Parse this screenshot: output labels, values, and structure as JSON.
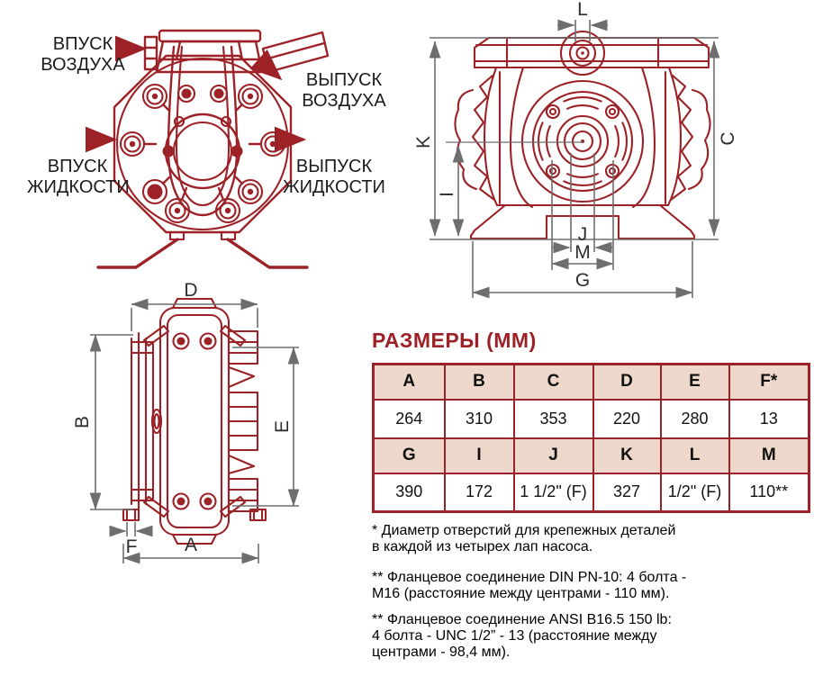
{
  "colors": {
    "drawing_red": "#9c2227",
    "dimension_gray": "#6e6e6e",
    "table_border_red": "#9c2227",
    "table_header_bg": "#eed7cb",
    "text_black": "#1b1b1b"
  },
  "front_view_labels": {
    "air_inlet_line1": "ВПУСК",
    "air_inlet_line2": "ВОЗДУХА",
    "air_outlet_line1": "ВЫПУСК",
    "air_outlet_line2": "ВОЗДУХА",
    "fluid_inlet_line1": "ВПУСК",
    "fluid_inlet_line2": "ЖИДКОСТИ",
    "fluid_outlet_line1": "ВЫПУСК",
    "fluid_outlet_line2": "ЖИДКОСТИ"
  },
  "dimension_letters": {
    "A": "A",
    "B": "B",
    "C": "C",
    "D": "D",
    "E": "E",
    "F": "F",
    "G": "G",
    "I": "I",
    "J": "J",
    "K": "K",
    "L": "L",
    "M": "M"
  },
  "dimensions_table": {
    "title": "РАЗМЕРЫ (ММ)",
    "header_row_1": [
      "A",
      "B",
      "C",
      "D",
      "E",
      "F*"
    ],
    "value_row_1": [
      "264",
      "310",
      "353",
      "220",
      "280",
      "13"
    ],
    "header_row_2": [
      "G",
      "I",
      "J",
      "K",
      "L",
      "M"
    ],
    "value_row_2": [
      "390",
      "172",
      "1 1/2\" (F)",
      "327",
      "1/2\" (F)",
      "110**"
    ]
  },
  "footnotes": [
    {
      "lines": [
        "* Диаметр отверстий для крепежных деталей",
        "в каждой из четырех лап насоса."
      ]
    },
    {
      "lines": [
        "** Фланцевое соединение DIN PN-10: 4 болта -",
        "М16 (расстояние между центрами - 110 мм)."
      ]
    },
    {
      "lines": [
        "** Фланцевое соединение ANSI B16.5 150 lb:",
        "4 болта - UNC 1/2” - 13 (расстояние между",
        "центрами - 98,4 мм)."
      ]
    }
  ]
}
